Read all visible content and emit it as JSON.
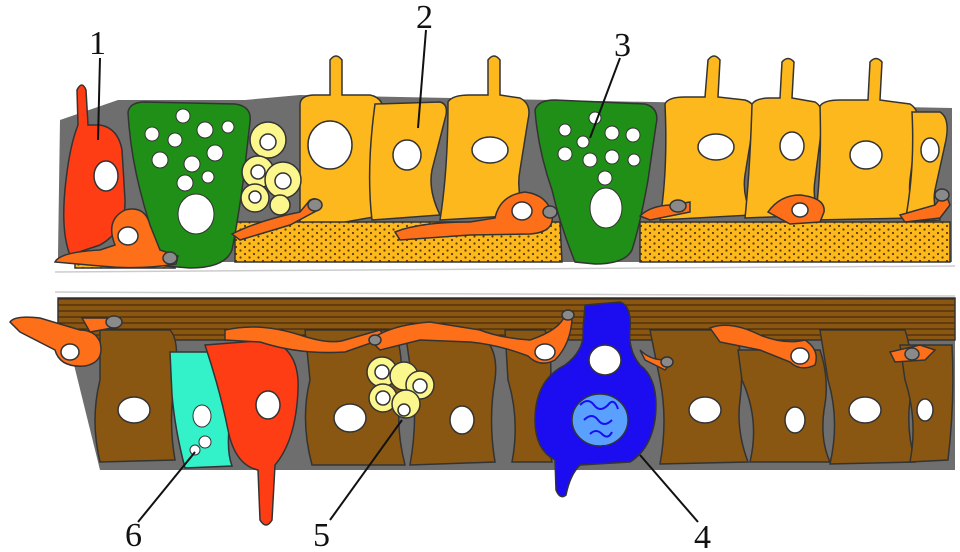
{
  "labels": {
    "l1": "1",
    "l2": "2",
    "l3": "3",
    "l4": "4",
    "l5": "5",
    "l6": "6"
  },
  "colors": {
    "red": "#ff3d14",
    "green": "#1f8f17",
    "yellow_light": "#fbf78c",
    "orange_yellow": "#fcb81c",
    "orange": "#fd7019",
    "brown": "#8a5712",
    "teal": "#33f1c9",
    "blue": "#1b0df0",
    "blue_light": "#5aa0ff",
    "shadow": "#6e6e6e"
  }
}
